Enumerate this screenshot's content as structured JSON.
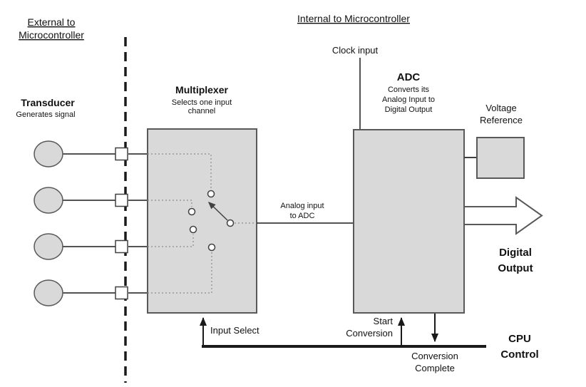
{
  "headings": {
    "external": [
      "External to",
      "Microcontroller"
    ],
    "internal": "Internal to Microcontroller"
  },
  "blocks": {
    "transducer": {
      "title": "Transducer",
      "subtitle": "Generates signal"
    },
    "multiplexer": {
      "title": "Multiplexer",
      "subtitle": [
        "Selects one input",
        "channel"
      ]
    },
    "adc": {
      "title": "ADC",
      "subtitle": [
        "Converts its",
        "Analog Input to",
        "Digital Output"
      ]
    },
    "voltage_reference": {
      "title": [
        "Voltage",
        "Reference"
      ]
    }
  },
  "labels": {
    "clock_input": "Clock input",
    "analog_input_to_adc": [
      "Analog input",
      "to ADC"
    ],
    "digital_output": [
      "Digital",
      "Output"
    ],
    "input_select": "Input Select",
    "start_conversion": [
      "Start",
      "Conversion"
    ],
    "conversion_complete": [
      "Conversion",
      "Complete"
    ],
    "cpu_control": [
      "CPU",
      "Control"
    ]
  },
  "colors": {
    "box_fill": "#d9d9d9",
    "box_stroke": "#595959",
    "line": "#1a1a1a",
    "dotted_line": "#8a8a8a",
    "background": "#ffffff"
  }
}
